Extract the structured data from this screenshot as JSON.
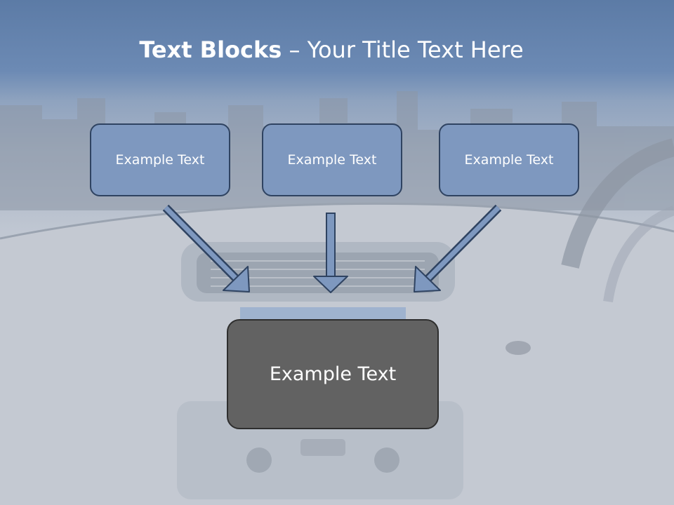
{
  "title": {
    "bold": "Text Blocks",
    "rest": " – Your Title Text Here"
  },
  "blocks": [
    {
      "label": "Example Text"
    },
    {
      "label": "Example Text"
    },
    {
      "label": "Example Text"
    }
  ],
  "main_block": {
    "label": "Example Text"
  },
  "colors": {
    "header_blue": "#5c7ba6",
    "block_blue": "#7e98bf",
    "block_border": "#2f4361",
    "main_block_gray": "#626262",
    "arrow_fill": "#7e98bf"
  }
}
